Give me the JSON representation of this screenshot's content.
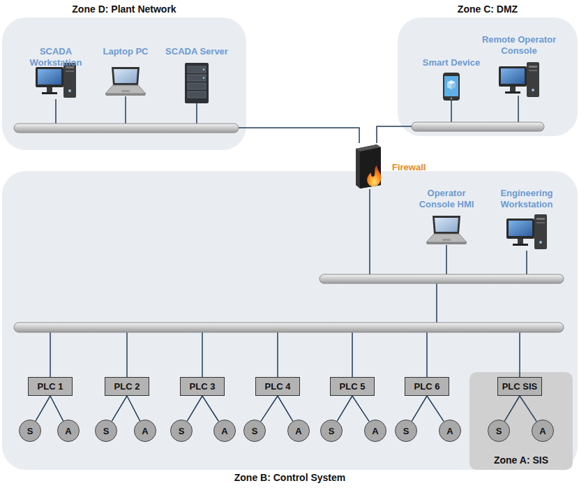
{
  "diagram": {
    "nodes": [
      {
        "text": [
          "Zone D: Plant Network"
        ]
      },
      {
        "text": [
          "SCADA Workstation"
        ],
        "in": 0
      },
      {
        "text": [
          "Laptop PC"
        ],
        "in": 0
      },
      {
        "text": [
          "SCADA Server"
        ],
        "in": 0
      },
      {
        "text": [
          "Zone C: DMZ"
        ]
      },
      {
        "text": [
          "Smart Device"
        ],
        "in": 4
      },
      {
        "text": [
          "Remote Operator Console"
        ],
        "in": 4
      },
      {
        "text": [
          "Firewall"
        ]
      },
      {
        "text": [
          "Zone B: Control System"
        ]
      },
      {
        "text": [
          "Operator Console HMI"
        ],
        "in": 8
      },
      {
        "text": [
          "Engineering Workstation"
        ],
        "in": 8
      },
      {
        "text": [
          "PLC 1"
        ],
        "in": 8
      },
      {
        "text": [
          "PLC 2"
        ],
        "in": 8
      },
      {
        "text": [
          "PLC 3"
        ],
        "in": 8
      },
      {
        "text": [
          "PLC 4"
        ],
        "in": 8
      },
      {
        "text": [
          "PLC 5"
        ],
        "in": 8
      },
      {
        "text": [
          "PLC 6"
        ],
        "in": 8
      },
      {
        "text": [
          "Zone A: SIS"
        ],
        "in": 8
      },
      {
        "text": [
          "PLC SIS"
        ],
        "in": 17
      },
      {
        "text": [
          "S"
        ],
        "in": 8
      },
      {
        "text": [
          "A"
        ],
        "in": 8
      },
      {
        "text": [
          "S"
        ],
        "in": 8
      },
      {
        "text": [
          "A"
        ],
        "in": 8
      },
      {
        "text": [
          "S"
        ],
        "in": 8
      },
      {
        "text": [
          "A"
        ],
        "in": 8
      },
      {
        "text": [
          "S"
        ],
        "in": 8
      },
      {
        "text": [
          "A"
        ],
        "in": 8
      },
      {
        "text": [
          "S"
        ],
        "in": 8
      },
      {
        "text": [
          "A"
        ],
        "in": 8
      },
      {
        "text": [
          "S"
        ],
        "in": 8
      },
      {
        "text": [
          "A"
        ],
        "in": 8
      },
      {
        "text": [
          "S"
        ],
        "in": 17
      },
      {
        "text": [
          "A"
        ],
        "in": 17
      }
    ],
    "edges": [
      {
        "from": 0,
        "to": 7,
        "arrow": "none"
      },
      {
        "from": 4,
        "to": 7,
        "arrow": "none"
      },
      {
        "from": 11,
        "to": 19,
        "arrow": "none"
      },
      {
        "from": 11,
        "to": 20,
        "arrow": "none"
      },
      {
        "from": 12,
        "to": 21,
        "arrow": "none"
      },
      {
        "from": 12,
        "to": 22,
        "arrow": "none"
      },
      {
        "from": 13,
        "to": 23,
        "arrow": "none"
      },
      {
        "from": 13,
        "to": 24,
        "arrow": "none"
      },
      {
        "from": 14,
        "to": 25,
        "arrow": "none"
      },
      {
        "from": 14,
        "to": 26,
        "arrow": "none"
      },
      {
        "from": 15,
        "to": 27,
        "arrow": "none"
      },
      {
        "from": 15,
        "to": 28,
        "arrow": "none"
      },
      {
        "from": 16,
        "to": 29,
        "arrow": "none"
      },
      {
        "from": 16,
        "to": 30,
        "arrow": "none"
      },
      {
        "from": 18,
        "to": 31,
        "arrow": "none"
      },
      {
        "from": 18,
        "to": 32,
        "arrow": "none"
      }
    ]
  }
}
